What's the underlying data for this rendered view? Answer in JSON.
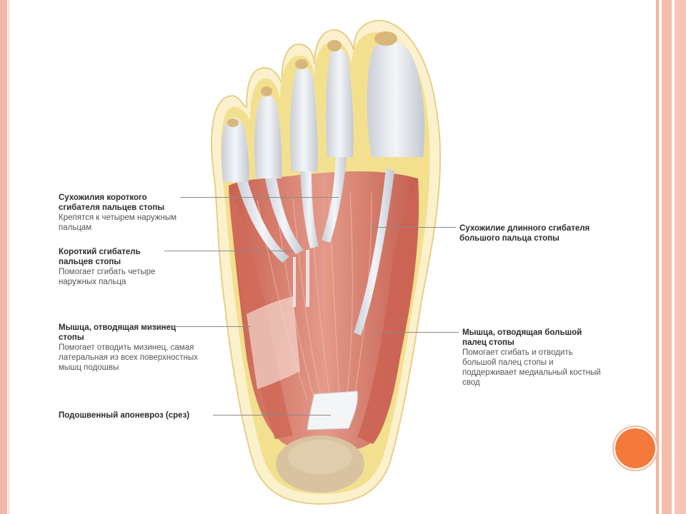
{
  "labels": {
    "flexor_brevis_tendons": {
      "title": "Сухожилия короткого сгибателя пальцев стопы",
      "desc": "Крепятся к четырем наружным пальцам"
    },
    "flexor_brevis": {
      "title": "Короткий сгибатель пальцев стопы",
      "desc": "Помогает сгибать четыре наружных пальца"
    },
    "abductor_digiti_minimi": {
      "title": "Мышца, отводящая мизинец стопы",
      "desc": "Помогает отводить мизинец, самая латеральная из всех поверхностных мышц подошвы"
    },
    "plantar_aponeurosis": {
      "title": "Подошвенный апоневроз (срез)",
      "desc": ""
    },
    "flexor_hallucis_longus_tendon": {
      "title": "Сухожилие длинного сгибателя большого пальца стопы",
      "desc": ""
    },
    "abductor_hallucis": {
      "title": "Мышца, отводящая большой палец стопы",
      "desc": "Помогает сгибать и отводить большой палец стопы и поддерживает медиальный костный свод"
    }
  },
  "colors": {
    "frame": "#f4b9a6",
    "accent": "#f47a3c",
    "fat": "#f3e29a",
    "skin": "#fbf2cf",
    "muscle": "#d9786a",
    "tendon": "#e6e9ee",
    "heel": "#d8c2a0"
  }
}
